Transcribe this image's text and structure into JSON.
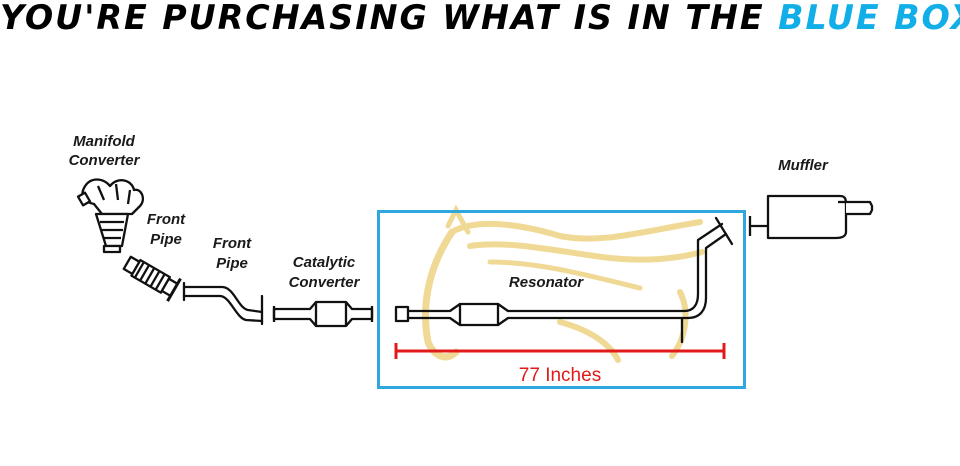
{
  "headline": {
    "prefix": "YOU'RE PURCHASING WHAT IS IN THE ",
    "highlight": "BLUE BOX"
  },
  "labels": {
    "manifold_converter": [
      "Manifold",
      "Converter"
    ],
    "front_pipe_1": [
      "Front",
      "Pipe"
    ],
    "front_pipe_2": [
      "Front",
      "Pipe"
    ],
    "catalytic_converter": [
      "Catalytic",
      "Converter"
    ],
    "resonator": "Resonator",
    "muffler": "Muffler"
  },
  "dimension": {
    "text": "77 Inches"
  },
  "colors": {
    "highlight_box": "#2fa6de",
    "dimension": "#e11a1a",
    "accent_text": "#11aee8",
    "watermark": "#efd58a"
  }
}
